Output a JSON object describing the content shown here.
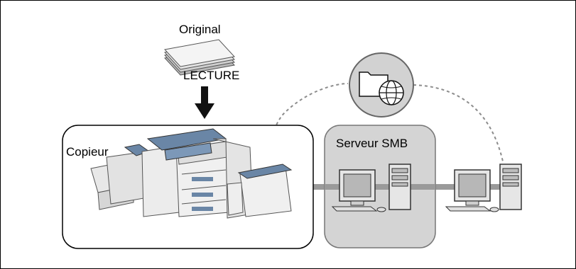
{
  "labels": {
    "original": "Original",
    "scan": "LECTURE",
    "copier": "Copieur",
    "server": "Serveur SMB"
  },
  "colors": {
    "frame": "#000000",
    "server_panel": "#d4d4d4",
    "network_line": "#9a9a9a",
    "dashed_link": "#8c8c8c",
    "device_body": "#eeeeee",
    "device_blue": "#6a86a6",
    "monitor_screen": "#b7b7b7"
  },
  "icons": [
    "document-stack-icon",
    "arrow-down-icon",
    "copier-icon",
    "globe-folder-icon",
    "pc-icon"
  ]
}
